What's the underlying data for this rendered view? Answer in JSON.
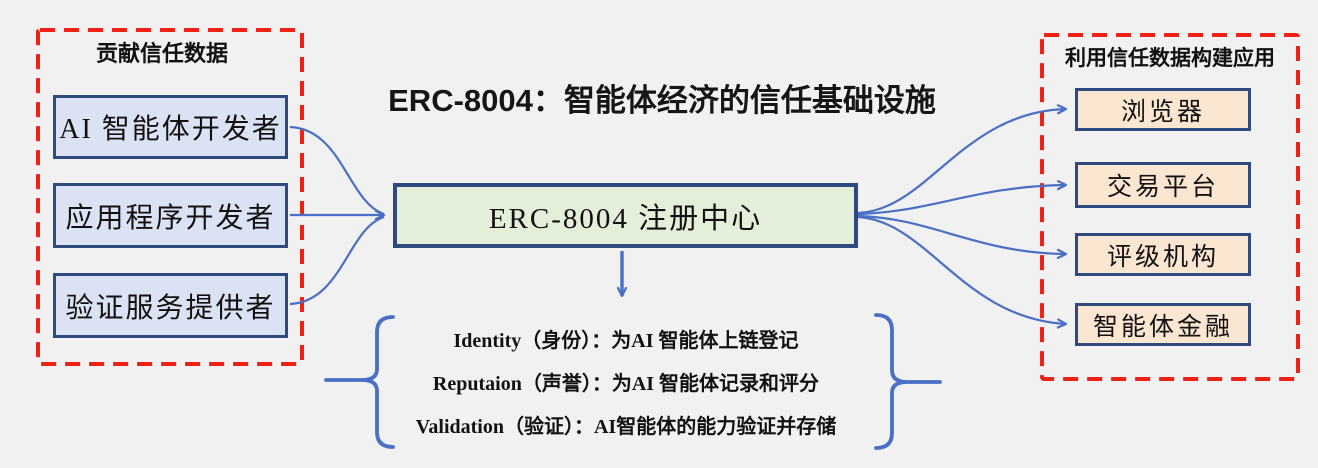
{
  "title": "ERC-8004：智能体经济的信任基础设施",
  "left_group": {
    "title": "贡献信任数据",
    "items": [
      {
        "label": "AI 智能体开发者"
      },
      {
        "label": "应用程序开发者"
      },
      {
        "label": "验证服务提供者"
      }
    ]
  },
  "center": {
    "registry_label": "ERC-8004 注册中心"
  },
  "functions": [
    {
      "text": "Identity（身份）：为AI 智能体上链登记"
    },
    {
      "text": "Reputaion（声誉）：为AI 智能体记录和评分"
    },
    {
      "text": "Validation（验证）：AI智能体的能力验证并存储"
    }
  ],
  "right_group": {
    "title": "利用信任数据构建应用",
    "items": [
      {
        "label": "浏览器"
      },
      {
        "label": "交易平台"
      },
      {
        "label": "评级机构"
      },
      {
        "label": "智能体金融"
      }
    ]
  },
  "colors": {
    "background": "#f1f1f2",
    "node_border": "#2e4a7f",
    "contributor_fill": "#dbe2f3",
    "registry_fill": "#e4efda",
    "application_fill": "#fbe6d2",
    "group_dashed_border": "#ed2215",
    "connector": "#4a6fc4",
    "text": "#121212"
  }
}
